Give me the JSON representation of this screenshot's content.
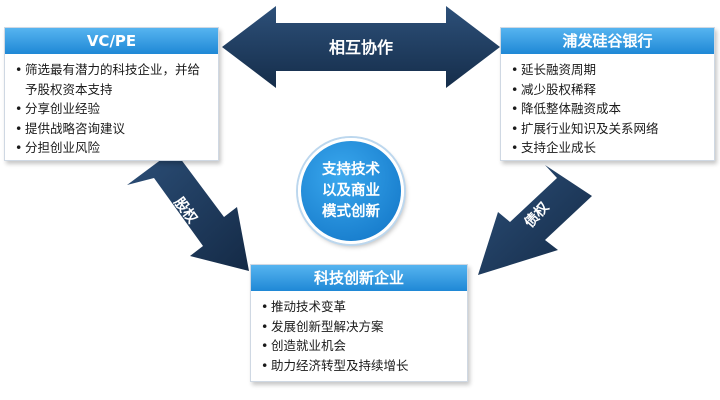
{
  "collab_arrow": {
    "label": "相互协作"
  },
  "equity_arrow": {
    "label": "股权"
  },
  "debt_arrow": {
    "label": "债权"
  },
  "vcpe": {
    "title": "VC/PE",
    "items": [
      "筛选最有潜力的科技企业，并给予股权资本支持",
      "分享创业经验",
      "提供战略咨询建议",
      "分担创业风险"
    ]
  },
  "bank": {
    "title": "浦发硅谷银行",
    "items": [
      "延长融资周期",
      "减少股权稀释",
      "降低整体融资成本",
      "扩展行业知识及关系网络",
      "支持企业成长"
    ]
  },
  "center": {
    "lines": [
      "支持技术",
      "以及商业",
      "模式创新"
    ]
  },
  "enterprise": {
    "title": "科技创新企业",
    "items": [
      "推动技术变革",
      "发展创新型解决方案",
      "创造就业机会",
      "助力经济转型及持续增长"
    ]
  },
  "colors": {
    "arrow_dark": "#1c3a5e",
    "header_blue": "#1f88d6",
    "circle_blue": "#1a82d2"
  }
}
